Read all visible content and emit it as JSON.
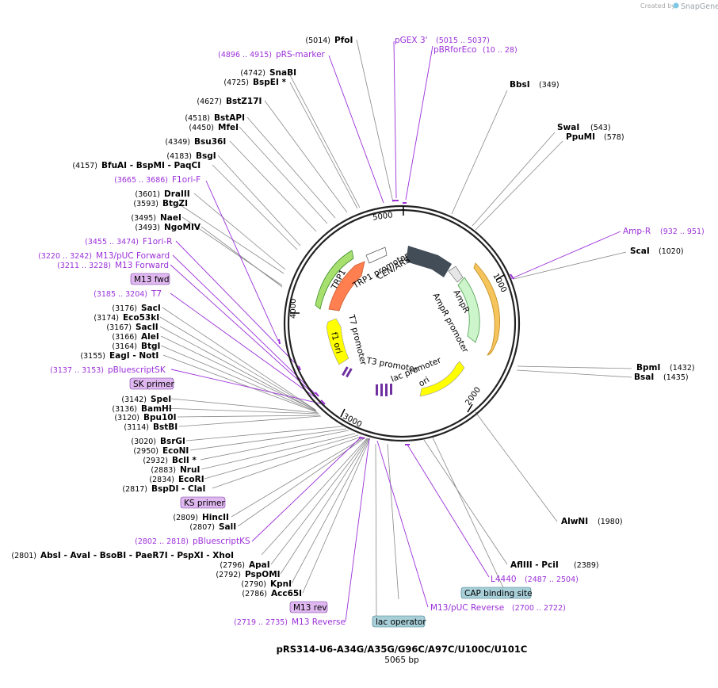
{
  "credit": {
    "prefix": "Created by",
    "brand": "SnapGene"
  },
  "plasmid": {
    "name": "pRS314-U6-A34G/A35G/G96C/A97C/U100C/U101C",
    "length_label": "5065 bp",
    "length": 5065
  },
  "ticks": [
    {
      "label": "1000",
      "pos": 1000
    },
    {
      "label": "2000",
      "pos": 2000
    },
    {
      "label": "3000",
      "pos": 3000
    },
    {
      "label": "4000",
      "pos": 4000
    },
    {
      "label": "5000",
      "pos": 5000
    }
  ],
  "features": [
    {
      "name": "CEN/ARS",
      "start": 1,
      "end": 504,
      "color": "#424d58"
    },
    {
      "name": "AmpR promoter",
      "start": 505,
      "end": 609,
      "color": "#e6e6e6"
    },
    {
      "name": "AmpR",
      "start": 610,
      "end": 1470,
      "color": "#ccf5cc"
    },
    {
      "name": "ori",
      "start": 1641,
      "end": 2229,
      "color": "#ffff00"
    },
    {
      "name": "lac promoter",
      "start": 2537,
      "end": 2567,
      "color": "#ffffff"
    },
    {
      "name": "T3 promoter",
      "start": 2738,
      "end": 2756,
      "color": "#ffffff"
    },
    {
      "name": "T7 promoter",
      "start": 3205,
      "end": 3223,
      "color": "#ffffff"
    },
    {
      "name": "f1 ori",
      "start": 3320,
      "end": 3775,
      "color": "#ffff00"
    },
    {
      "name": "TRP1",
      "start": 3917,
      "end": 4591,
      "color": "#ff7f50"
    },
    {
      "name": "TRP1 promoter",
      "start": 4592,
      "end": 4693,
      "color": "#ffffff"
    }
  ],
  "enzymes_right": [
    {
      "name": "BbsI",
      "pos": "(349)"
    },
    {
      "name": "SwaI",
      "pos": "(543)"
    },
    {
      "name": "PpuMI",
      "pos": "(578)"
    },
    {
      "name": "ScaI",
      "pos": "(1020)"
    },
    {
      "name": "BpmI",
      "pos": "(1432)"
    },
    {
      "name": "BsaI",
      "pos": "(1435)"
    },
    {
      "name": "AlwNI",
      "pos": "(1980)"
    },
    {
      "name": "AflIII  - PciI",
      "pos": "(2389)"
    }
  ],
  "enzymes_left": [
    {
      "pos": "(5014)",
      "name": "PfoI"
    },
    {
      "pos": "(4742)",
      "name": "SnaBI"
    },
    {
      "pos": "(4725)",
      "name": "BspEI *"
    },
    {
      "pos": "(4627)",
      "name": "BstZ17I"
    },
    {
      "pos": "(4518)",
      "name": "BstAPI"
    },
    {
      "pos": "(4450)",
      "name": "MfeI"
    },
    {
      "pos": "(4349)",
      "name": "Bsu36I"
    },
    {
      "pos": "(4183)",
      "name": "BsgI"
    },
    {
      "pos": "(4157)",
      "name": "BfuAI   - BspMI   - PaqCI"
    },
    {
      "pos": "(3601)",
      "name": "DraIII"
    },
    {
      "pos": "(3593)",
      "name": "BtgZI"
    },
    {
      "pos": "(3495)",
      "name": "NaeI"
    },
    {
      "pos": "(3493)",
      "name": "NgoMIV"
    },
    {
      "pos": "(3176)",
      "name": "SacI"
    },
    {
      "pos": "(3174)",
      "name": "Eco53kI"
    },
    {
      "pos": "(3167)",
      "name": "SacII"
    },
    {
      "pos": "(3166)",
      "name": "AleI"
    },
    {
      "pos": "(3164)",
      "name": "BtgI"
    },
    {
      "pos": "(3155)",
      "name": "EagI   - NotI"
    },
    {
      "pos": "(3142)",
      "name": "SpeI"
    },
    {
      "pos": "(3136)",
      "name": "BamHI"
    },
    {
      "pos": "(3120)",
      "name": "Bpu10I"
    },
    {
      "pos": "(3114)",
      "name": "BstBI"
    },
    {
      "pos": "(3020)",
      "name": "BsrGI"
    },
    {
      "pos": "(2950)",
      "name": "EcoNI"
    },
    {
      "pos": "(2932)",
      "name": "BclI *"
    },
    {
      "pos": "(2883)",
      "name": "NruI"
    },
    {
      "pos": "(2834)",
      "name": "EcoRI"
    },
    {
      "pos": "(2817)",
      "name": "BspDI   - ClaI"
    },
    {
      "pos": "(2809)",
      "name": "HincII"
    },
    {
      "pos": "(2807)",
      "name": "SalI"
    },
    {
      "pos": "(2801)",
      "name": "AbsI   - AvaI   - BsoBI   - PaeR7I   - PspXI   - XhoI"
    },
    {
      "pos": "(2796)",
      "name": "ApaI"
    },
    {
      "pos": "(2792)",
      "name": "PspOMI"
    },
    {
      "pos": "(2790)",
      "name": "KpnI"
    },
    {
      "pos": "(2786)",
      "name": "Acc65I"
    }
  ],
  "primers": [
    {
      "name": "pGEX 3'",
      "range": "(5015 .. 5037)"
    },
    {
      "name": "pRS-marker",
      "range": "(4896 .. 4915)"
    },
    {
      "name": "pBRforEco",
      "range": "(10 .. 28)"
    },
    {
      "name": "Amp-R",
      "range": "(932 .. 951)"
    },
    {
      "name": "F1ori-F",
      "range": "(3665 .. 3686)"
    },
    {
      "name": "F1ori-R",
      "range": "(3455 .. 3474)"
    },
    {
      "name": "M13/pUC Forward",
      "range": "(3220 .. 3242)"
    },
    {
      "name": "M13 Forward",
      "range": "(3211 .. 3228)"
    },
    {
      "name": "T7",
      "range": "(3185 .. 3204)"
    },
    {
      "name": "pBluescriptSK",
      "range": "(3137 .. 3153)"
    },
    {
      "name": "pBluescriptKS",
      "range": "(2802 .. 2818)"
    },
    {
      "name": "M13 Reverse",
      "range": "(2719 .. 2735)"
    },
    {
      "name": "M13/pUC Reverse",
      "range": "(2700 .. 2722)"
    },
    {
      "name": "L4440",
      "range": "(2487 .. 2504)"
    }
  ],
  "boxed_labels": [
    {
      "text": "M13 fwd",
      "color": "#e0b8f0"
    },
    {
      "text": "SK primer",
      "color": "#e0b8f0"
    },
    {
      "text": "KS primer",
      "color": "#e0b8f0"
    },
    {
      "text": "M13 rev",
      "color": "#e0b8f0"
    },
    {
      "text": "lac operator",
      "color": "#a8cfd8"
    },
    {
      "text": "CAP binding site",
      "color": "#a8cfd8"
    }
  ],
  "colors": {
    "primer": "#9b30d9",
    "backbone": "#222222",
    "leader": "#888888"
  }
}
